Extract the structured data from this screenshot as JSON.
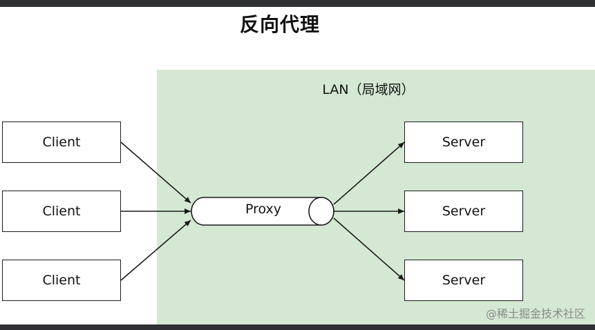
{
  "title": "反向代理",
  "lan_label": "LAN（局域网）",
  "clients": [
    "Client",
    "Client",
    "Client"
  ],
  "servers": [
    "Server",
    "Server",
    "Server"
  ],
  "proxy_label": "Proxy",
  "watermark": "@稀土掘金技术社区",
  "colors": {
    "lan_fill": "#d5e8d4",
    "box_fill": "#ffffff",
    "stroke": "#1a1a1a"
  }
}
